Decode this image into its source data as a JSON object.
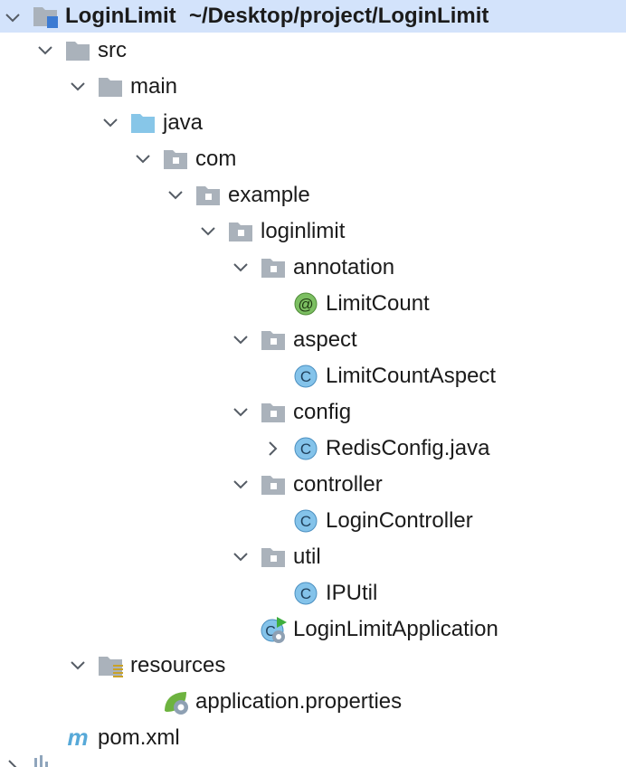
{
  "project_view": {
    "rows": [
      {
        "level": 0,
        "expander": "expanded",
        "icon": "module-folder-icon",
        "label": "LoginLimit",
        "path": "~/Desktop/project/LoginLimit",
        "selected": true
      },
      {
        "level": 1,
        "expander": "expanded",
        "icon": "folder-icon",
        "label": "src"
      },
      {
        "level": 2,
        "expander": "expanded",
        "icon": "folder-icon",
        "label": "main"
      },
      {
        "level": 3,
        "expander": "expanded",
        "icon": "source-root-folder-icon",
        "label": "java"
      },
      {
        "level": 4,
        "expander": "expanded",
        "icon": "package-icon",
        "label": "com"
      },
      {
        "level": 5,
        "expander": "expanded",
        "icon": "package-icon",
        "label": "example"
      },
      {
        "level": 6,
        "expander": "expanded",
        "icon": "package-icon",
        "label": "loginlimit"
      },
      {
        "level": 7,
        "expander": "expanded",
        "icon": "package-icon",
        "label": "annotation"
      },
      {
        "level": 8,
        "expander": "none",
        "icon": "annotation-icon",
        "label": "LimitCount"
      },
      {
        "level": 7,
        "expander": "expanded",
        "icon": "package-icon",
        "label": "aspect"
      },
      {
        "level": 8,
        "expander": "none",
        "icon": "class-icon",
        "label": "LimitCountAspect"
      },
      {
        "level": 7,
        "expander": "expanded",
        "icon": "package-icon",
        "label": "config"
      },
      {
        "level": 8,
        "expander": "collapsed",
        "icon": "class-icon",
        "label": "RedisConfig.java"
      },
      {
        "level": 7,
        "expander": "expanded",
        "icon": "package-icon",
        "label": "controller"
      },
      {
        "level": 8,
        "expander": "none",
        "icon": "class-icon",
        "label": "LoginController"
      },
      {
        "level": 7,
        "expander": "expanded",
        "icon": "package-icon",
        "label": "util"
      },
      {
        "level": 8,
        "expander": "none",
        "icon": "class-icon",
        "label": "IPUtil"
      },
      {
        "level": 7,
        "expander": "none",
        "icon": "spring-boot-class-icon",
        "label": "LoginLimitApplication"
      },
      {
        "level": 2,
        "expander": "expanded",
        "icon": "resources-folder-icon",
        "label": "resources"
      },
      {
        "level": 4,
        "expander": "none",
        "icon": "spring-properties-icon",
        "label": "application.properties"
      },
      {
        "level": 1,
        "expander": "none",
        "icon": "maven-icon",
        "label": "pom.xml"
      },
      {
        "level": 0,
        "expander": "collapsed",
        "icon": "external-libraries-icon",
        "label": "",
        "partial": true
      }
    ]
  },
  "colors": {
    "selection": "#d3e3fb",
    "folder": "#aab2bb",
    "source_root": "#87c6e8",
    "class_badge": "#84c3ea",
    "annotation_badge": "#7cbf62",
    "spring": "#6db33f",
    "maven": "#57a9d8"
  }
}
